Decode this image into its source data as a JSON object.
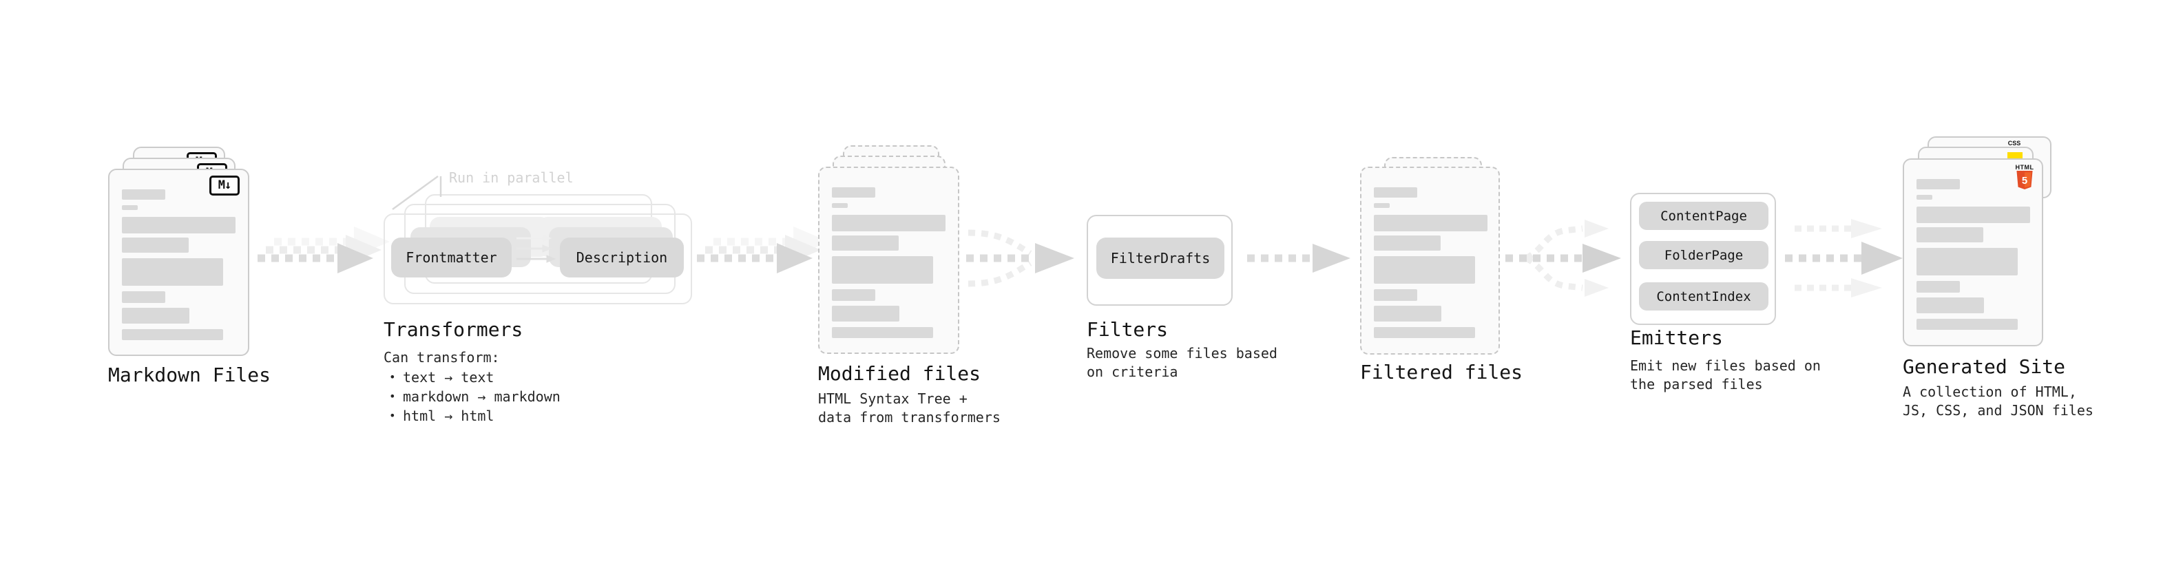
{
  "colors": {
    "background": "#ffffff",
    "text": "#1a1a1a",
    "muted_annotation": "#d2d2d2",
    "skeleton_gray": "#d9d9d9",
    "node_gray": "#d9d9d9",
    "card_border": "#cbcbcb",
    "arrow_gray": "#dcdcdc",
    "html5_orange": "#e44d26",
    "html5_orange_light": "#f16529",
    "js_yellow": "#ffdd00",
    "css_blue": "#2b66e0",
    "md_badge_black": "#0d0d0d"
  },
  "stages": {
    "markdown": {
      "label": "Markdown Files",
      "badge": "M↓"
    },
    "transformers": {
      "label": "Transformers",
      "annotation": "Run in parallel",
      "nodes": [
        "Frontmatter",
        "Description"
      ],
      "desc_title": "Can transform:",
      "bullets": [
        "text → text",
        "markdown → markdown",
        "html → html"
      ]
    },
    "modified": {
      "label": "Modified files",
      "desc": "HTML Syntax Tree +\ndata from transformers"
    },
    "filters": {
      "label": "Filters",
      "nodes": [
        "FilterDrafts"
      ],
      "desc": "Remove some files based\non criteria"
    },
    "filtered": {
      "label": "Filtered files"
    },
    "emitters": {
      "label": "Emitters",
      "nodes": [
        "ContentPage",
        "FolderPage",
        "ContentIndex"
      ],
      "desc": "Emit new files based on\nthe parsed files"
    },
    "site": {
      "label": "Generated Site",
      "desc": "A collection of HTML,\nJS, CSS, and JSON files",
      "html_badge_text": "HTML",
      "html_badge_number": "5",
      "css_badge_text": "CSS"
    }
  }
}
